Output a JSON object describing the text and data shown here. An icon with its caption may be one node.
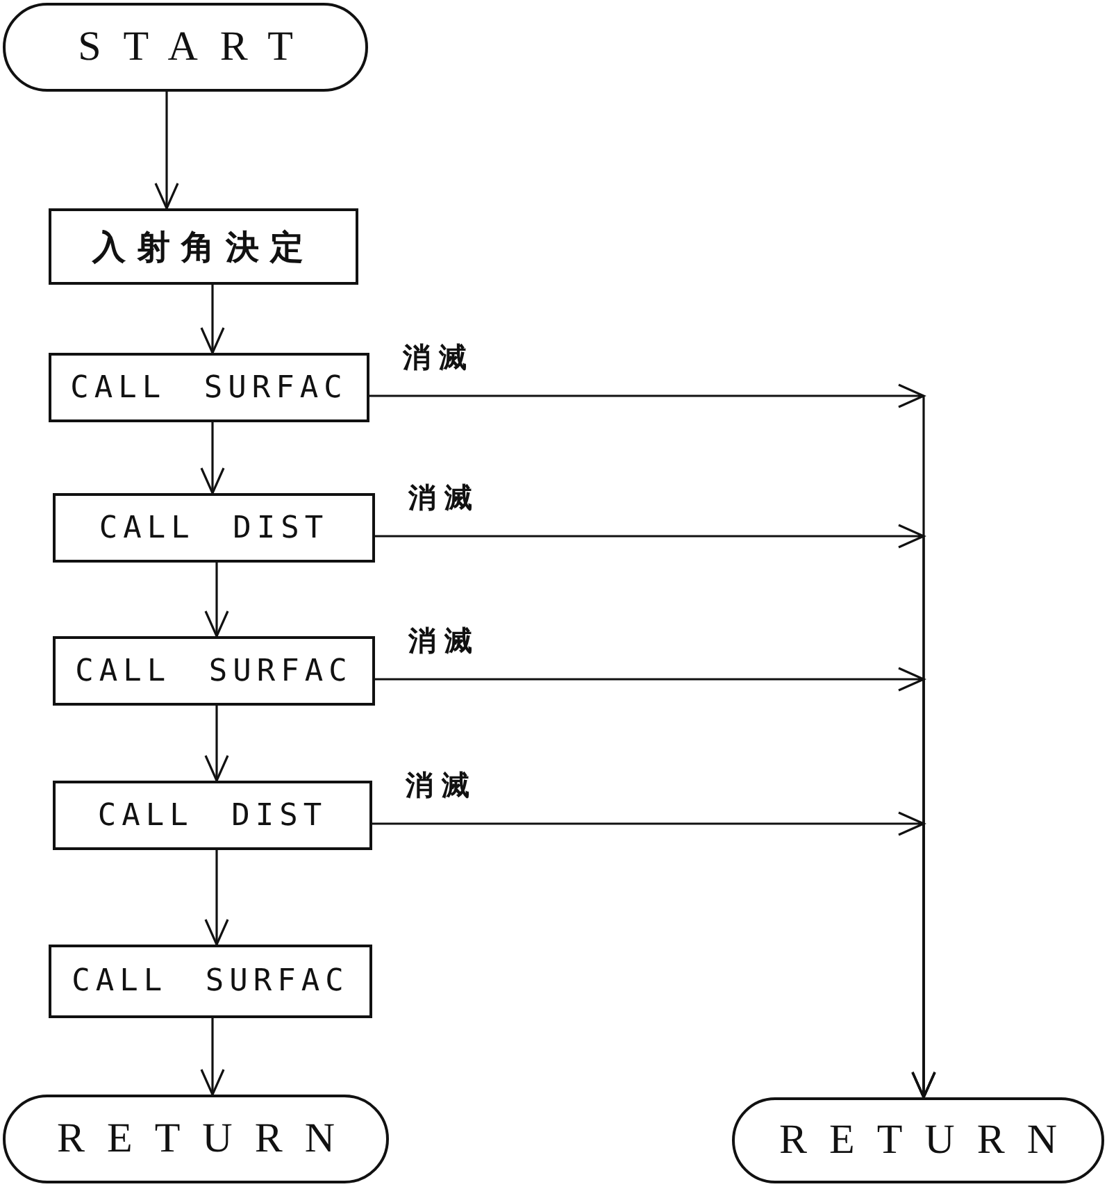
{
  "diagram": {
    "nodes": [
      {
        "text": [
          "START"
        ]
      },
      {
        "text": [
          "入射角決定"
        ]
      },
      {
        "text": [
          "CALL SURFAC"
        ]
      },
      {
        "text": [
          "CALL DIST"
        ]
      },
      {
        "text": [
          "CALL SURFAC"
        ]
      },
      {
        "text": [
          "CALL DIST"
        ]
      },
      {
        "text": [
          "CALL SURFAC"
        ]
      },
      {
        "text": [
          "RETURN"
        ]
      },
      {
        "text": [
          "RETURN"
        ]
      }
    ],
    "edges": [
      {
        "from": 0,
        "to": 1,
        "arrow": "to"
      },
      {
        "from": 1,
        "to": 2,
        "arrow": "to"
      },
      {
        "from": 2,
        "to": 3,
        "arrow": "to"
      },
      {
        "from": 3,
        "to": 4,
        "arrow": "to"
      },
      {
        "from": 4,
        "to": 5,
        "arrow": "to"
      },
      {
        "from": 5,
        "to": 6,
        "arrow": "to"
      },
      {
        "from": 6,
        "to": 7,
        "arrow": "to"
      },
      {
        "from": 2,
        "to": 8,
        "arrow": "to",
        "label": "消滅"
      },
      {
        "from": 3,
        "to": 8,
        "arrow": "to",
        "label": "消滅"
      },
      {
        "from": 4,
        "to": 8,
        "arrow": "to",
        "label": "消滅"
      },
      {
        "from": 5,
        "to": 8,
        "arrow": "to",
        "label": "消滅"
      }
    ]
  }
}
